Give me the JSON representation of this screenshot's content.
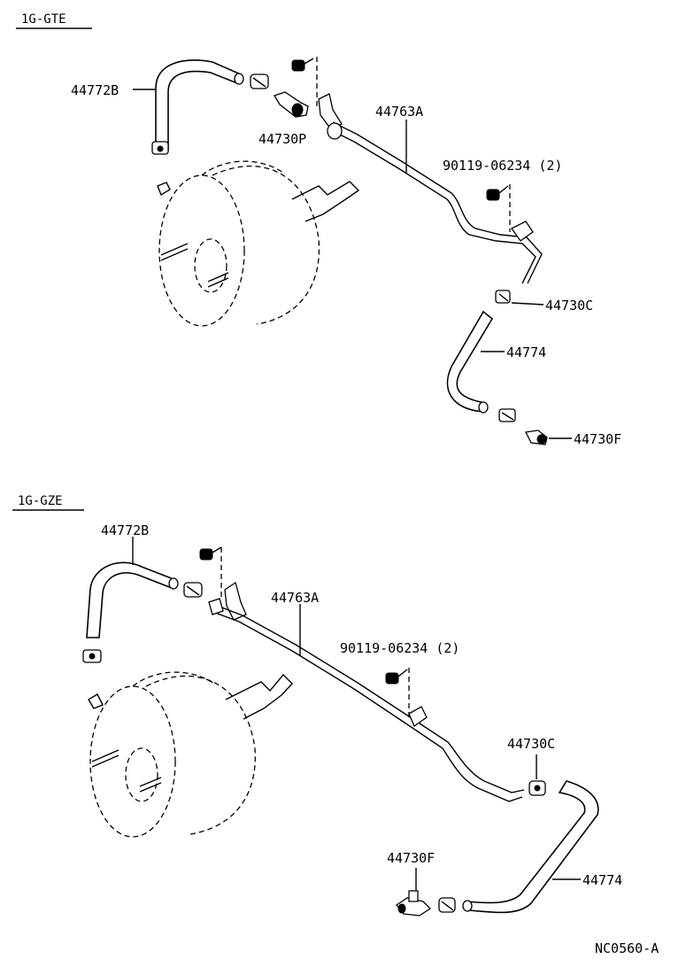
{
  "sections": [
    {
      "engine": "1G-GTE",
      "labels": {
        "hose_upper": "44772B",
        "pipe": "44763A",
        "check_valve": "44730P",
        "bolt": "90119-06234 (2)",
        "clamp": "44730C",
        "hose_lower": "44774",
        "union": "44730F"
      }
    },
    {
      "engine": "1G-GZE",
      "labels": {
        "hose_upper": "44772B",
        "pipe": "44763A",
        "bolt": "90119-06234 (2)",
        "clamp": "44730C",
        "union": "44730F",
        "hose_lower": "44774"
      }
    }
  ],
  "diagram_code": "NC0560-A"
}
